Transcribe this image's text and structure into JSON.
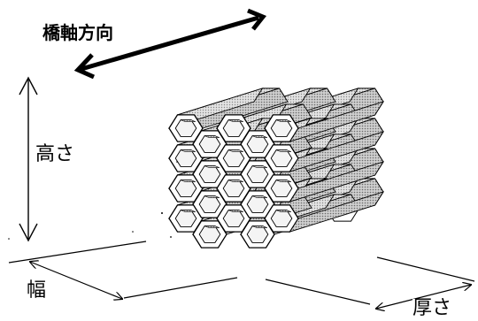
{
  "labels": {
    "bridge_axis": "橋軸方向",
    "height": "高さ",
    "width": "幅",
    "thickness": "厚さ"
  },
  "colors": {
    "line": "#000000",
    "face_light": "#ffffff",
    "face_shade": "#d6d6d6",
    "face_dark": "#a8a8a8"
  }
}
